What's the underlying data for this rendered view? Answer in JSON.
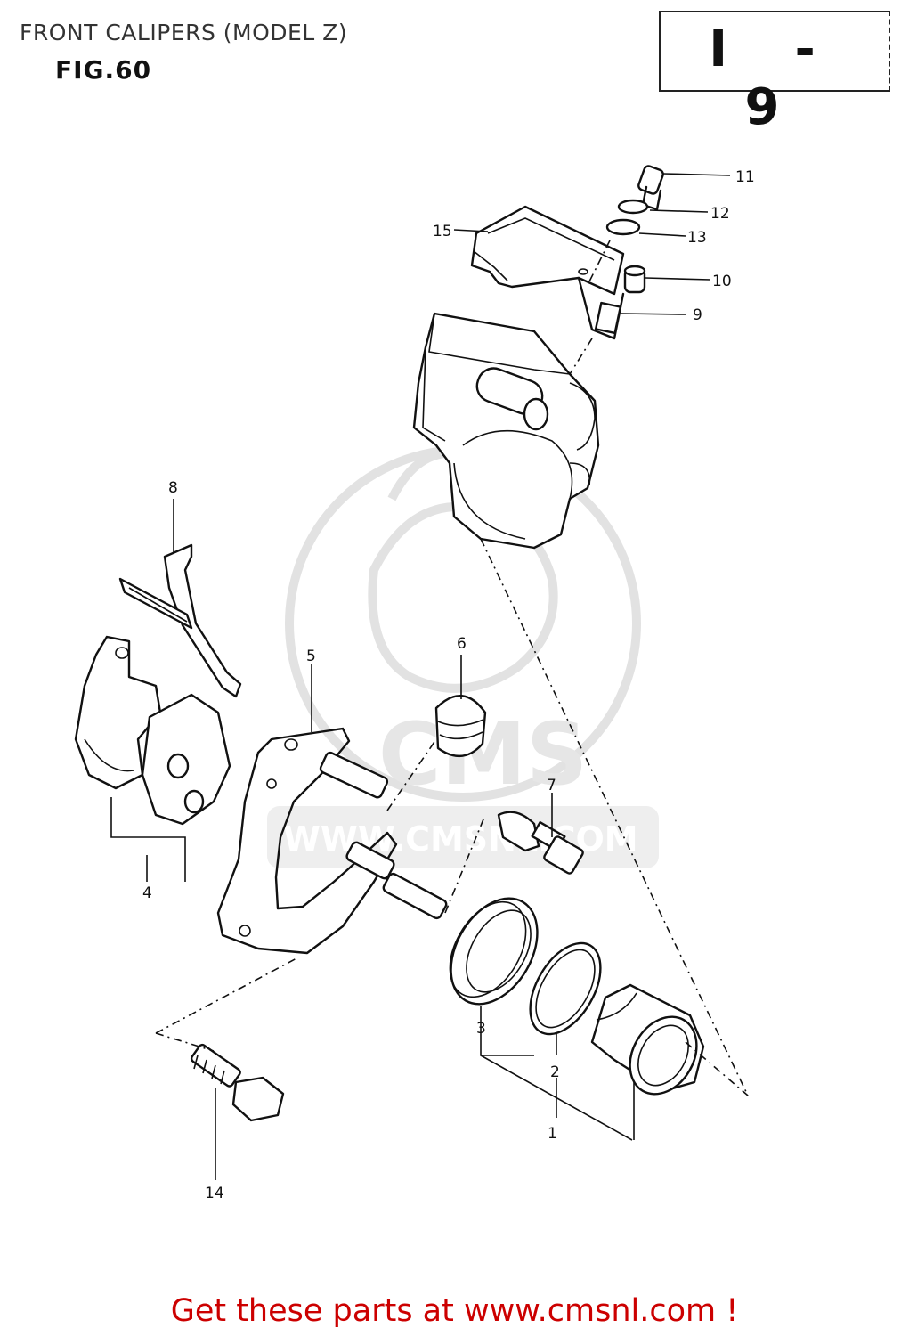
{
  "header": {
    "title": "FRONT CALIPERS (MODEL Z)",
    "figure": "FIG.60",
    "page_code": "I - 9"
  },
  "callouts": [
    "1",
    "2",
    "3",
    "4",
    "5",
    "6",
    "7",
    "8",
    "9",
    "10",
    "11",
    "12",
    "13",
    "14",
    "15"
  ],
  "watermark": {
    "brand": "CMS",
    "url": "WWW.CMSNL.COM"
  },
  "footer": {
    "link_text": "Get these parts at www.cmsnl.com !",
    "color": "#cc0000"
  },
  "colors": {
    "ink": "#111111",
    "watermark": "#e2e2e2",
    "title": "#333333"
  }
}
